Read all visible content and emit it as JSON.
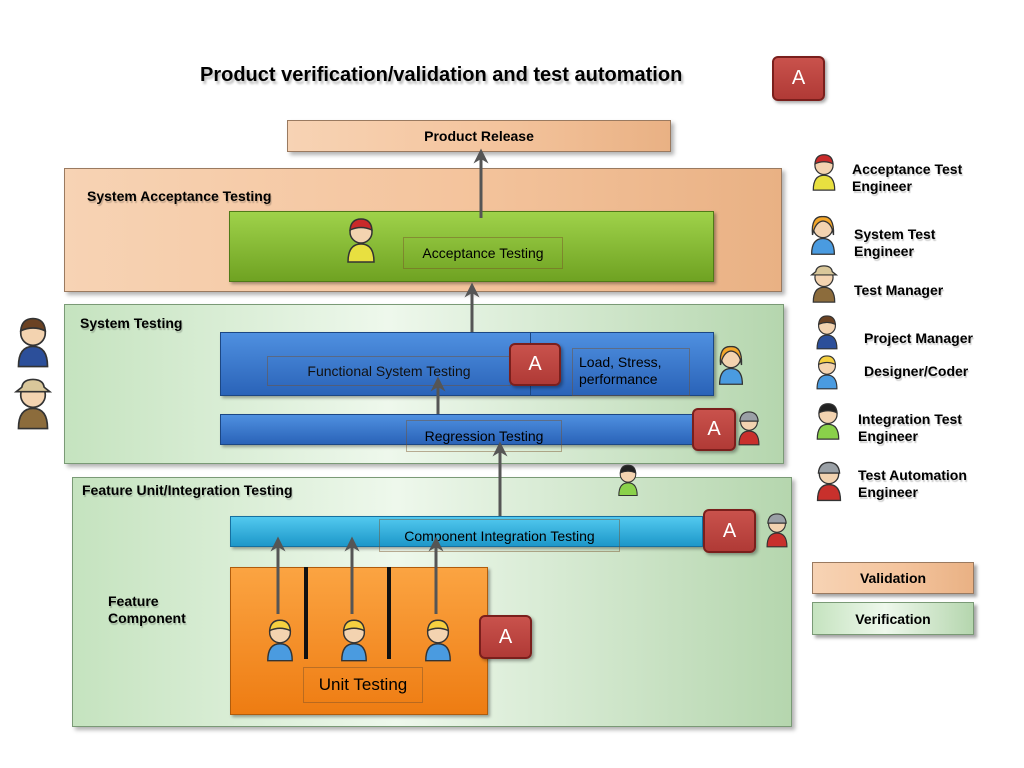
{
  "title": "Product verification/validation and test automation",
  "automation_badge": "A",
  "product_release": "Product Release",
  "panels": {
    "system_acceptance": "System Acceptance Testing",
    "system_testing": "System Testing",
    "feature_unit": "Feature Unit/Integration Testing",
    "feature_component": "Feature Component"
  },
  "activities": {
    "acceptance": "Acceptance Testing",
    "functional": "Functional System Testing",
    "load": "Load, Stress, performance",
    "regression": "Regression Testing",
    "component_integration": "Component Integration Testing",
    "unit": "Unit Testing"
  },
  "roles": {
    "acceptance_engineer": "Acceptance Test Engineer",
    "system_engineer": "System Test Engineer",
    "test_manager": "Test Manager",
    "project_manager": "Project Manager",
    "designer_coder": "Designer/Coder",
    "integration_engineer": "Integration Test Engineer",
    "automation_engineer": "Test Automation Engineer"
  },
  "key": {
    "validation": "Validation",
    "verification": "Verification"
  },
  "colors": {
    "validation": "#f4c49d",
    "verification": "#c5e3bf",
    "automation_badge": "#b83f3b",
    "acceptance_bar": "#8cc43c",
    "system_bar": "#3a78cc",
    "integration_bar": "#2fb0e0",
    "unit_bar": "#f28a20",
    "arrow": "#555555"
  },
  "icons": {
    "role_figures": "person-icon",
    "flow": "up-arrow-icon"
  }
}
